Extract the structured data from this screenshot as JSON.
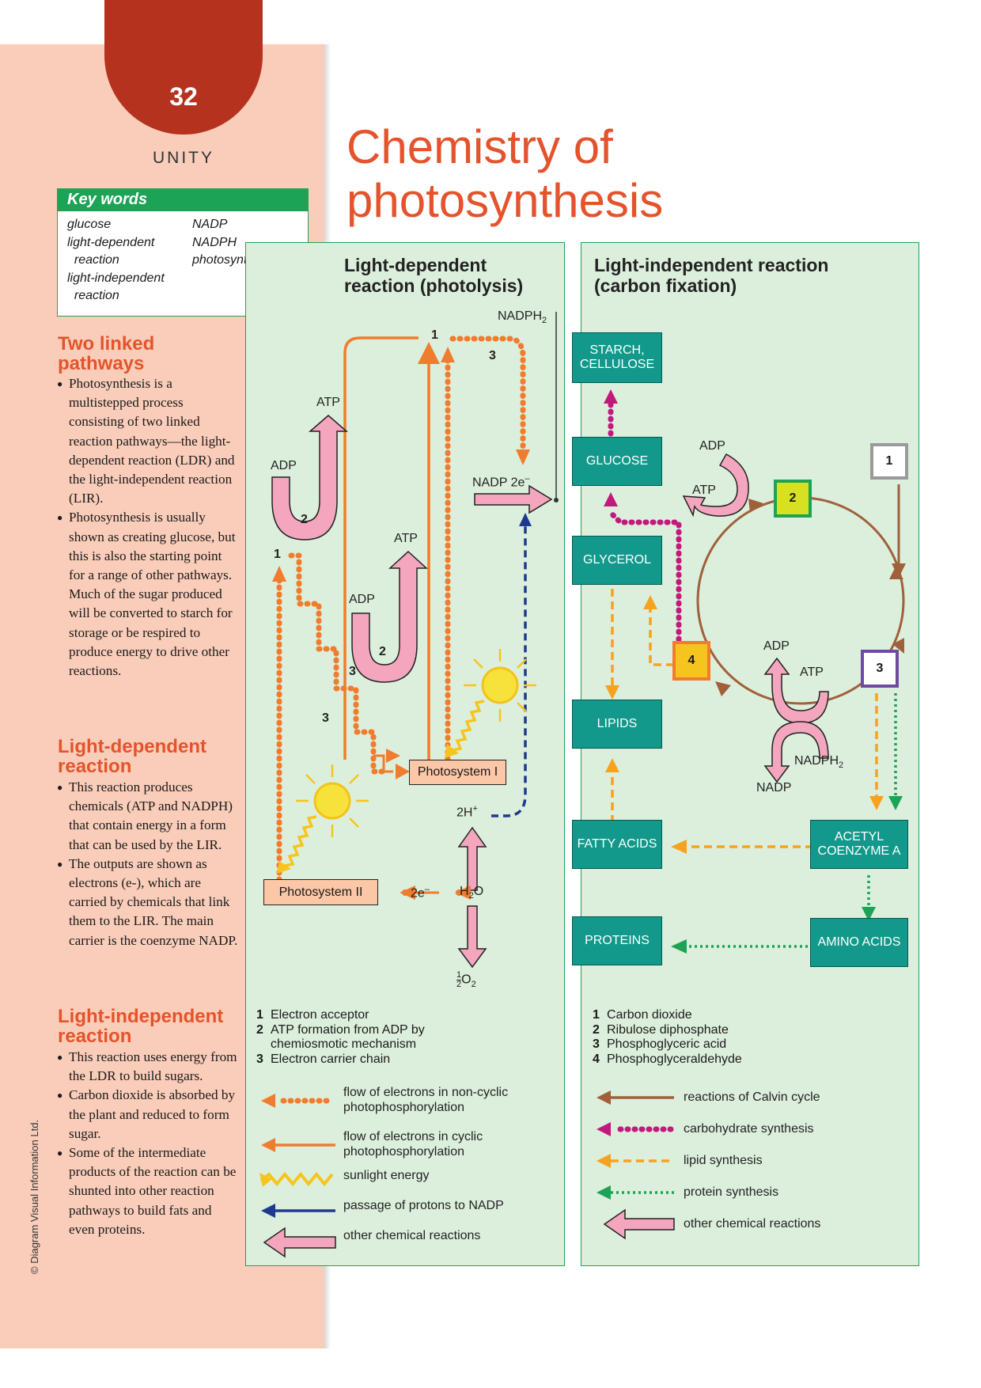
{
  "page_number": "32",
  "section": "UNITY",
  "title_lines": [
    "Chemistry of",
    "photosynthesis"
  ],
  "key_words": {
    "heading": "Key words",
    "col1": [
      "glucose",
      "light-dependent",
      "  reaction",
      "light-independent",
      "  reaction"
    ],
    "col2": [
      "NADP",
      "NADPH",
      "photosynthesis"
    ]
  },
  "sidebar": {
    "s1": {
      "heading_lines": [
        "Two linked",
        "pathways"
      ],
      "b1": "Photosynthesis is a multistepped process consisting of two linked reaction pathways—the light-dependent reaction (LDR) and the light-independent reaction (LIR).",
      "b2": "Photosynthesis is usually shown as creating glucose, but this is also the starting point for a range of other pathways. Much of the sugar produced will be converted to starch for storage or be respired to produce energy to drive other reactions."
    },
    "s2": {
      "heading_lines": [
        "Light-dependent",
        "reaction"
      ],
      "b1": "This reaction produces chemicals (ATP and NADPH) that contain energy in a form that can be used by the LIR.",
      "b2": "The outputs are shown as electrons (e-), which are carried by chemicals that link them to the LIR. The main carrier is the coenzyme NADP."
    },
    "s3": {
      "heading_lines": [
        "Light-independent",
        "reaction"
      ],
      "b1": "This reaction uses energy from the LDR to build sugars.",
      "b2": "Carbon dioxide is absorbed by the plant and reduced to form sugar.",
      "b3": "Some of the intermediate products of the reaction can be shunted into other reaction pathways to build fats and even proteins."
    }
  },
  "copyright": "© Diagram Visual Information Ltd.",
  "ldr": {
    "title_lines": [
      "Light-dependent",
      "reaction (photolysis)"
    ],
    "nadph2": "NADPH",
    "nadph2_sub": "2",
    "nadp2e": "NADP 2e",
    "nadp2e_sup": "–",
    "photosystem1": "Photosystem I",
    "photosystem2": "Photosystem II",
    "h2": "2H",
    "h2_sup": "+",
    "e2": "2e",
    "e2_sup": "–",
    "h2o": "H",
    "h2o_sub": "2",
    "h2o_end": "O",
    "o2_num": "1",
    "o2_den": "2",
    "o2": "O",
    "o2_sub": "2",
    "atp": "ATP",
    "adp": "ADP",
    "n1": "1",
    "n2": "2",
    "n3": "3",
    "notes": [
      [
        "1",
        "Electron acceptor"
      ],
      [
        "2",
        "ATP formation from ADP by"
      ],
      [
        "",
        "chemiosmotic mechanism"
      ],
      [
        "3",
        "Electron carrier chain"
      ]
    ],
    "legend": [
      [
        "flow of electrons in non-cyclic",
        "photophosphorylation"
      ],
      [
        "flow of electrons in cyclic",
        "photophosphorylation"
      ],
      [
        "sunlight energy"
      ],
      [
        "passage of protons to NADP"
      ],
      [
        "other chemical reactions"
      ]
    ]
  },
  "lir": {
    "title_lines": [
      "Light-independent reaction",
      "(carbon fixation)"
    ],
    "boxes": {
      "starch": [
        "STARCH,",
        "CELLULOSE"
      ],
      "glucose": [
        "GLUCOSE"
      ],
      "glycerol": [
        "GLYCEROL"
      ],
      "lipids": [
        "LIPIDS"
      ],
      "fatty": [
        "FATTY ACIDS"
      ],
      "proteins": [
        "PROTEINS"
      ],
      "acetyl": [
        "ACETYL",
        "COENZYME A"
      ],
      "amino": [
        "AMINO ACIDS"
      ]
    },
    "adp": "ADP",
    "atp": "ATP",
    "nadp": "NADP",
    "nadph": "NADPH",
    "nadph_sub": "2",
    "n1": "1",
    "n2": "2",
    "n3": "3",
    "n4": "4",
    "notes": [
      [
        "1",
        "Carbon dioxide"
      ],
      [
        "2",
        "Ribulose diphosphate"
      ],
      [
        "3",
        "Phosphoglyceric acid"
      ],
      [
        "4",
        "Phosphoglyceraldehyde"
      ]
    ],
    "legend": [
      "reactions of Calvin cycle",
      "carbohydrate synthesis",
      "lipid synthesis",
      "protein synthesis",
      "other chemical reactions"
    ]
  },
  "colors": {
    "accent": "#e4532b",
    "green": "#1da356",
    "teal": "#12998b",
    "panel": "#dcefdc",
    "pink": "#f3a6bd",
    "orange": "#f07c2e",
    "brown": "#a0603a",
    "magenta": "#c2197d",
    "navy": "#1e3a8f",
    "yellow": "#f6c51d"
  }
}
